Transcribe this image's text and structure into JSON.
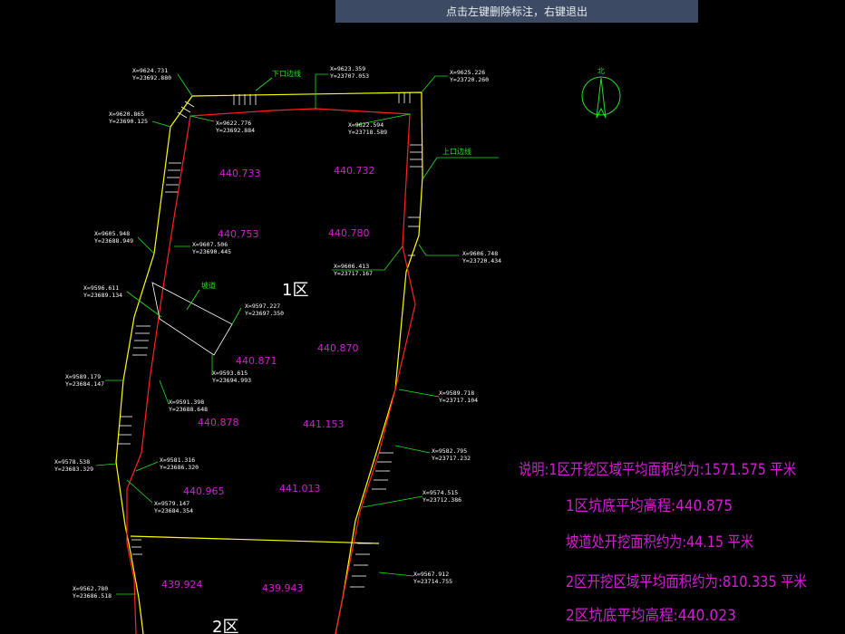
{
  "banner": {
    "text": "点击左键删除标注，右键退出"
  },
  "labels": {
    "lower_line": "下口边线",
    "upper_line": "上口边线",
    "ramp": "坡道",
    "north": "北",
    "zone1": "1区",
    "zone2": "2区"
  },
  "coords": [
    {
      "x": "X=9624.731",
      "y": "Y=23692.880"
    },
    {
      "x": "X=9623.359",
      "y": "Y=23707.053"
    },
    {
      "x": "X=9625.226",
      "y": "Y=23720.260"
    },
    {
      "x": "X=9620.865",
      "y": "Y=23690.125"
    },
    {
      "x": "X=9622.776",
      "y": "Y=23692.884"
    },
    {
      "x": "X=9622.594",
      "y": "Y=23718.589"
    },
    {
      "x": "X=9605.948",
      "y": "Y=23688.949"
    },
    {
      "x": "X=9607.506",
      "y": "Y=23690.445"
    },
    {
      "x": "X=9606.413",
      "y": "Y=23717.167"
    },
    {
      "x": "X=9606.748",
      "y": "Y=23720.434"
    },
    {
      "x": "X=9596.611",
      "y": "Y=23689.134"
    },
    {
      "x": "X=9597.227",
      "y": "Y=23697.350"
    },
    {
      "x": "X=9593.615",
      "y": "Y=23694.993"
    },
    {
      "x": "X=9589.179",
      "y": "Y=23684.147"
    },
    {
      "x": "X=9591.398",
      "y": "Y=23688.648"
    },
    {
      "x": "X=9589.718",
      "y": "Y=23717.104"
    },
    {
      "x": "X=9582.795",
      "y": "Y=23717.232"
    },
    {
      "x": "X=9578.538",
      "y": "Y=23683.329"
    },
    {
      "x": "X=9581.316",
      "y": "Y=23686.320"
    },
    {
      "x": "X=9579.147",
      "y": "Y=23684.354"
    },
    {
      "x": "X=9574.515",
      "y": "Y=23712.386"
    },
    {
      "x": "X=9567.912",
      "y": "Y=23714.755"
    },
    {
      "x": "X=9562.780",
      "y": "Y=23686.518"
    }
  ],
  "elevations": [
    "440.733",
    "440.732",
    "440.753",
    "440.780",
    "440.871",
    "440.870",
    "440.878",
    "441.153",
    "440.965",
    "441.013",
    "439.924",
    "439.943"
  ],
  "notes": [
    "说明:1区开挖区域平均面积约为:1571.575 平米",
    "1区坑底平均高程:440.875",
    "坡道处开挖面积约为:44.15 平米",
    "2区开挖区域平均面积约为:810.335 平米",
    "2区坑底平均高程:440.023"
  ],
  "colors": {
    "outline_top": "#ffff00",
    "outline_bottom": "#ff2020",
    "annotation": "#d21ed2",
    "labels": "#1ee61e",
    "banner": "#3c4a63"
  }
}
